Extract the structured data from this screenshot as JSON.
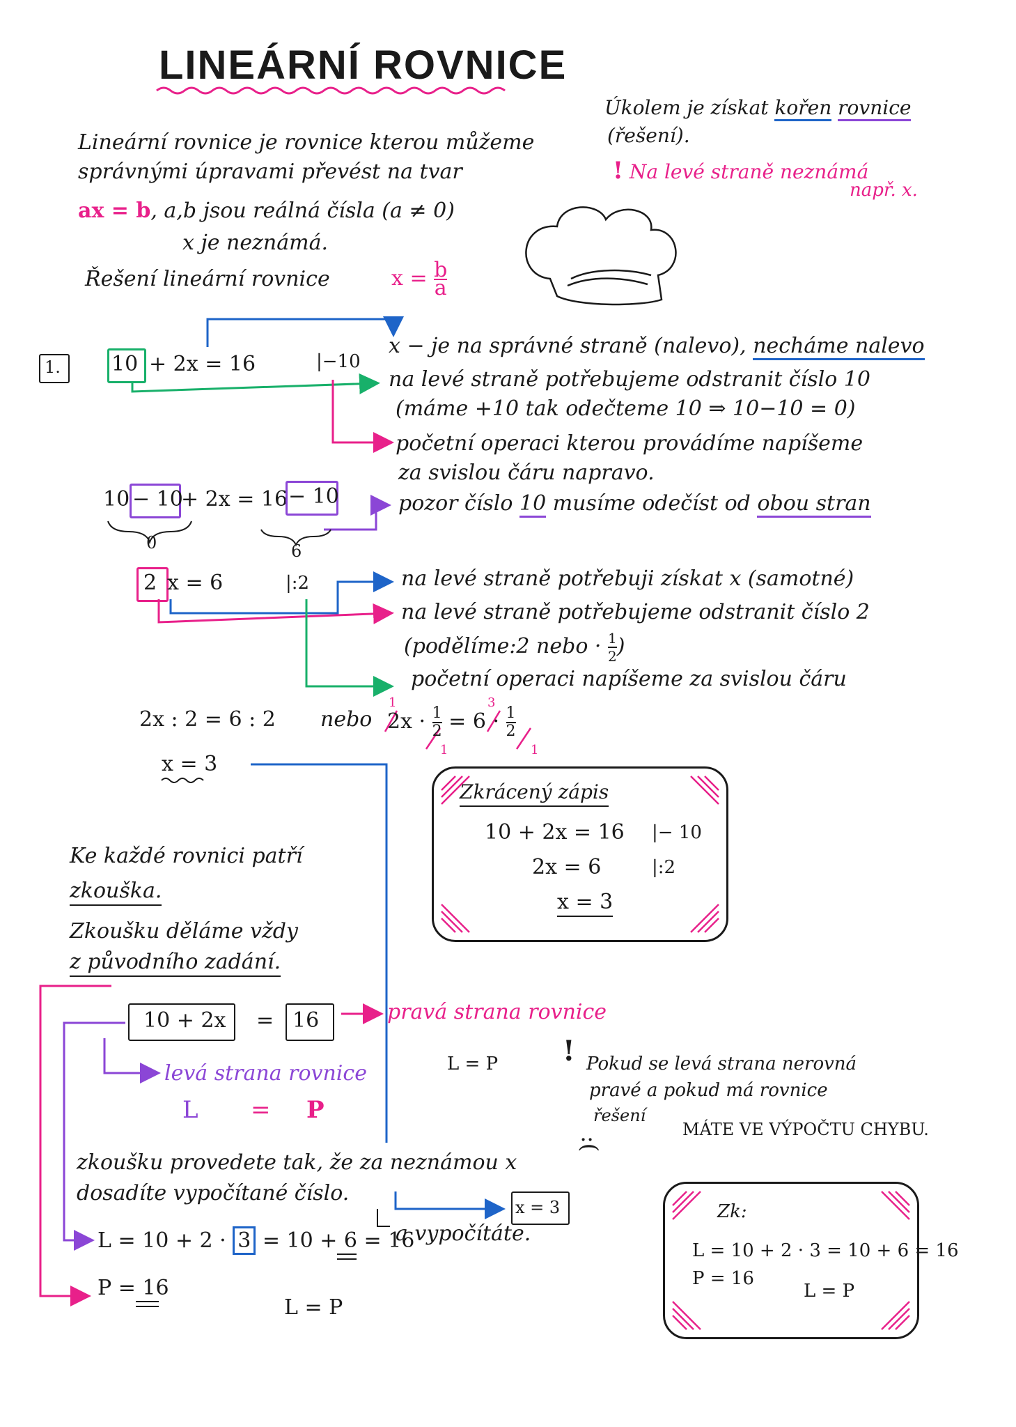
{
  "title": "LINEÁRNÍ ROVNICE",
  "intro": {
    "line1": "Lineární rovnice je rovnice kterou můžeme",
    "line2": "správnými úpravami převést na tvar",
    "form": "ax = b",
    "line3": ", a,b jsou reálná čísla (a ≠ 0)",
    "line4": "x je neznámá.",
    "solution_label": "Řešení lineární rovnice",
    "solution_lhs": "x =",
    "solution_num": "b",
    "solution_den": "a"
  },
  "goal": {
    "line1_pre": "Úkolem je získat ",
    "line1_u1": "kořen",
    "line1_mid": " ",
    "line1_u2": "rovnice",
    "line2": "(řešení).",
    "warn_mark": "!",
    "warn_text": "Na levé straně neznámá",
    "warn_text2": "např. x."
  },
  "example": {
    "number": "1.",
    "eq1_boxed": "10",
    "eq1_rest": "+ 2x = 16",
    "eq1_op": "|−10",
    "note1_pre": "x − je na správné straně (nalevo), ",
    "note1_u": "necháme nalevo",
    "note2": "na levé straně potřebujeme odstranit číslo 10",
    "note3": "(máme +10 tak odečteme 10 ⇒ 10−10 = 0)",
    "note4": "početní operaci kterou provádíme napíšeme",
    "note5": "za svislou čáru napravo.",
    "eq2_left": "10",
    "eq2_boxed1": "− 10",
    "eq2_mid": "+ 2x = 16",
    "eq2_boxed2": "− 10",
    "eq2_under1": "0",
    "eq2_under2": "6",
    "note6_pre": "pozor číslo ",
    "note6_u1": "10",
    "note6_mid": " musíme odečíst od ",
    "note6_u2": "obou stran",
    "eq3_boxed": "2",
    "eq3_rest": "x = 6",
    "eq3_op": "|:2",
    "note7": "na levé straně potřebuji získat x (samotné)",
    "note8": "na levé straně potřebujeme odstranit číslo 2",
    "note9_pre": "(podělíme:2 nebo · ",
    "note9_num": "1",
    "note9_den": "2",
    "note9_post": ")",
    "note10": "početní operaci napíšeme za svislou čáru",
    "eq4": "2x : 2 = 6 : 2",
    "eq4_or": "nebo",
    "eq4b_1": "2x · ",
    "eq4b_num1": "1",
    "eq4b_den1": "2",
    "eq4b_eq": " = ",
    "eq4b_2": "6 · ",
    "eq4b_num2": "1",
    "eq4b_den2": "2",
    "cancel_1a": "1",
    "cancel_1b": "1",
    "cancel_3": "3",
    "cancel_1c": "1",
    "result": "x = 3"
  },
  "short_card": {
    "title": "Zkrácený zápis",
    "row1": "10 + 2x = 16",
    "row1_op": "|− 10",
    "row2": "2x = 6",
    "row2_op": "|:2",
    "row3": "x = 3"
  },
  "check": {
    "line1": "Ke každé rovnici patří",
    "line2": "zkouška.",
    "line3": "Zkoušku děláme vždy",
    "line4": "z původního zadání.",
    "lhs": "10 + 2x",
    "eq": "=",
    "rhs": "16",
    "right_label": "pravá strana rovnice",
    "left_label": "levá strana rovnice",
    "L": "L",
    "eqsign": "=",
    "P": "P",
    "lp_mid": "L = P",
    "warn_mark": "!",
    "warn1": "Pokud se levá strana nerovná",
    "warn2": "pravé a pokud má rovnice",
    "warn3": "řešení",
    "warn4": "MÁTE VE VÝPOČTU CHYBU.",
    "sad": ":(",
    "do1": "zkoušku provedete tak, že za neznámou x",
    "do2": "dosadíte vypočítané číslo.",
    "x_value": "x = 3",
    "do3": "a vypočítáte.",
    "L_pre": "L = 10 + 2 · ",
    "L_boxed": "3",
    "L_post": " = 10 + 6 = 16",
    "P_line": "P = 16",
    "lp_bottom": "L = P"
  },
  "zk_card": {
    "title": "Zk:",
    "row1": "L = 10 + 2 · 3 = 10 + 6 = 16",
    "row2": "P = 16",
    "row3": "L = P"
  },
  "colors": {
    "pink": "#e8208a",
    "purple": "#8b46d6",
    "blue": "#1e64c8",
    "green": "#18b06a",
    "ink": "#1a1a1a"
  }
}
